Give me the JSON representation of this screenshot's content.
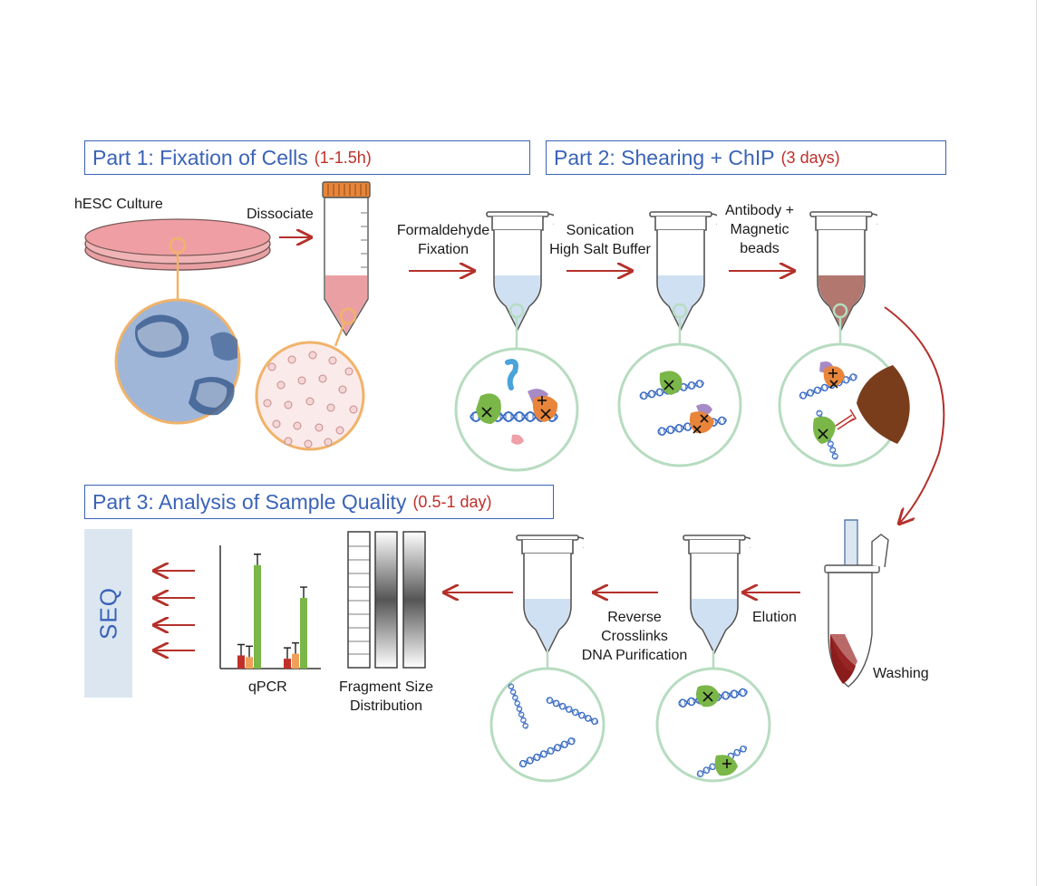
{
  "parts": [
    {
      "title": "Part 1: Fixation of Cells",
      "time": "(1-1.5h)"
    },
    {
      "title": "Part 2: Shearing + ChIP",
      "time": "(3 days)"
    },
    {
      "title": "Part 3: Analysis of Sample Quality",
      "time": "(0.5-1 day)"
    }
  ],
  "labels": {
    "hesc_culture": "hESC Culture",
    "dissociate": "Dissociate",
    "fixation_line1": "Formaldehyde",
    "fixation_line2": "Fixation",
    "sonication_line1": "Sonication",
    "sonication_line2": "High Salt Buffer",
    "antibody_line1": "Antibody +",
    "antibody_line2": "Magnetic",
    "antibody_line3": "beads",
    "washing": "Washing",
    "elution": "Elution",
    "reverse_line1": "Reverse",
    "reverse_line2": "Crosslinks",
    "reverse_line3": "DNA Purification",
    "fragment_line1": "Fragment Size",
    "fragment_line2": "Distribution",
    "qpcr": "qPCR",
    "seq": "SEQ"
  },
  "colors": {
    "title_blue": "#3a63b8",
    "time_red": "#c0302a",
    "arrow_red": "#b5302a",
    "circle_green": "#b7dcc0",
    "bead_brown": "#7a3d1c",
    "qpcr_red": "#c0302a",
    "qpcr_orange": "#f0a05a",
    "qpcr_green": "#7ab648"
  },
  "qpcr_chart": {
    "groups": [
      {
        "values": [
          0.08,
          0.07,
          0.63
        ]
      },
      {
        "values": [
          0.06,
          0.09,
          0.43
        ]
      }
    ],
    "series_colors": [
      "#c0302a",
      "#f0a05a",
      "#7ab648"
    ],
    "ylim": [
      0,
      0.75
    ]
  },
  "fragment_lanes": 3
}
